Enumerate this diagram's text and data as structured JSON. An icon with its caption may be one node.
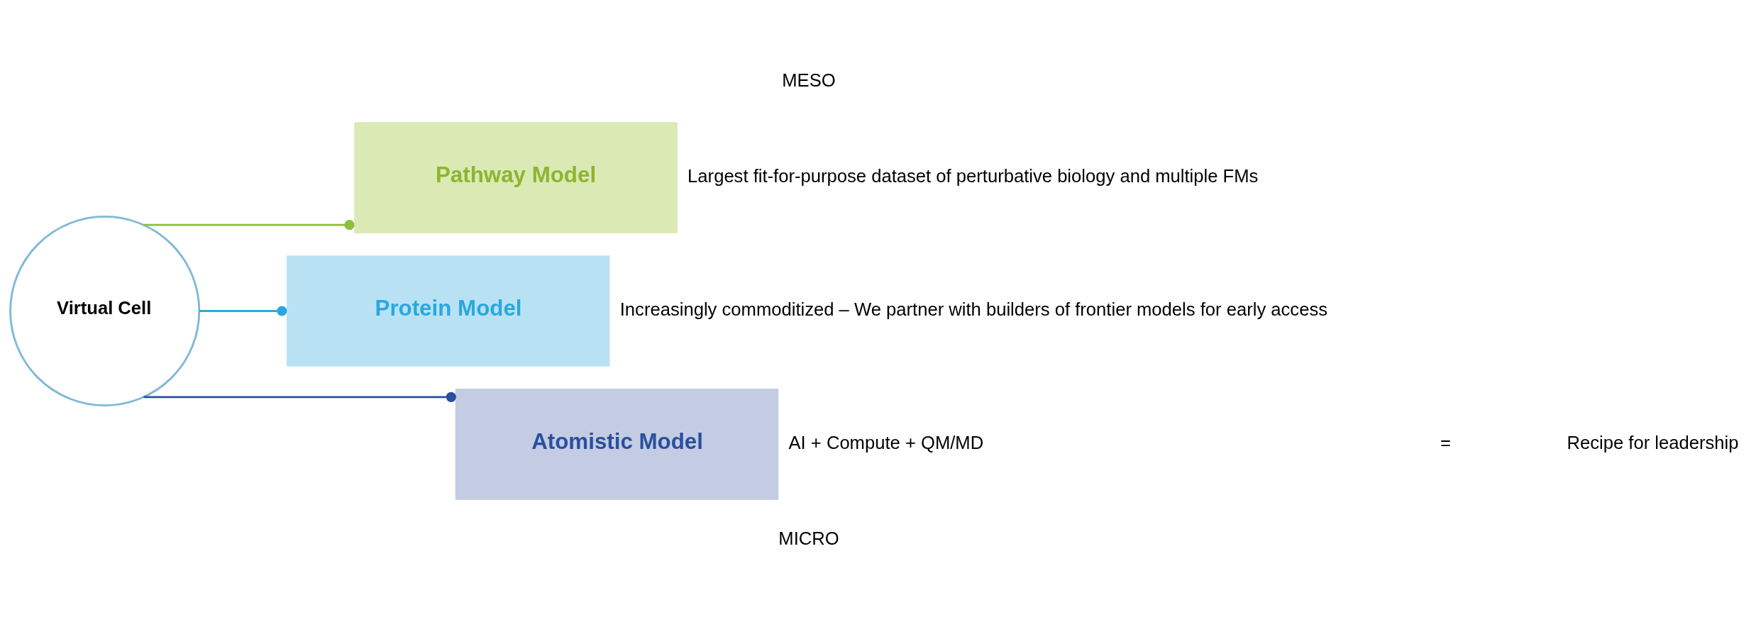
{
  "diagram": {
    "nodes": [
      {
        "text": [
          "Virtual Cell"
        ]
      },
      {
        "text": [
          "Pathway Model"
        ],
        "beside": [
          "Largest fit-for-purpose dataset of perturbative biology and multiple FMs"
        ]
      },
      {
        "text": [
          "Protein Model"
        ],
        "beside": [
          "Increasingly commoditized – We partner with builders of frontier models for early access"
        ]
      },
      {
        "text": [
          "Atomistic Model"
        ],
        "beside": [
          "AI + Compute + QM/MD"
        ]
      }
    ],
    "edges": [
      {
        "from": 0,
        "to": 1,
        "arrow": "other",
        "color": "#8dbf3a"
      },
      {
        "from": 0,
        "to": 2,
        "arrow": "other",
        "color": "#29a8e0"
      },
      {
        "from": 0,
        "to": 3,
        "arrow": "other",
        "color": "#2a4f9e"
      }
    ],
    "labels": [
      "MESO",
      "=",
      "Recipe for leadership",
      "MICRO"
    ]
  }
}
